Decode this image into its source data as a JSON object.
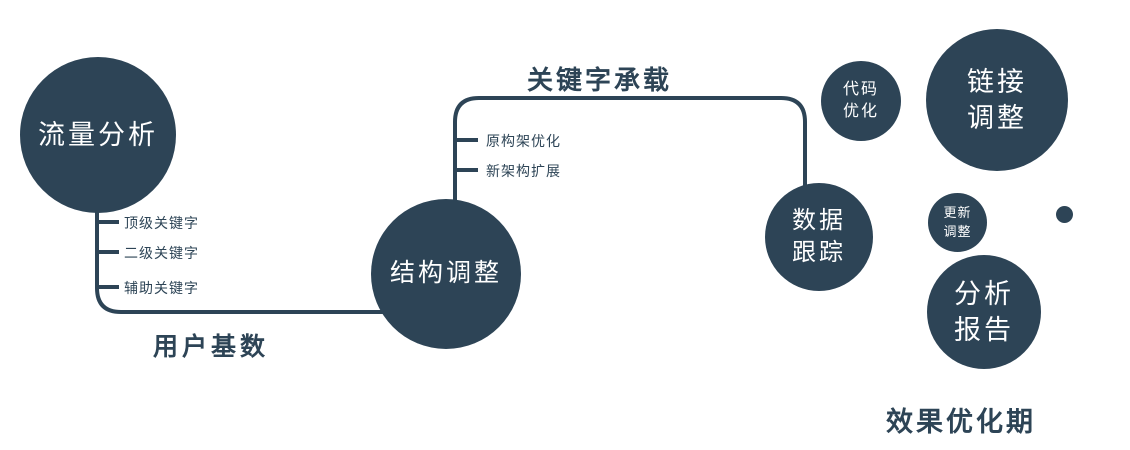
{
  "colors": {
    "primary": "#2d4456",
    "background": "#ffffff",
    "node_text": "#ffffff"
  },
  "nodes": {
    "traffic": {
      "label": "流量分析"
    },
    "structure": {
      "label": "结构调整"
    },
    "data_tracking": {
      "line1": "数据",
      "line2": "跟踪"
    },
    "code_opt": {
      "line1": "代码",
      "line2": "优化"
    },
    "link_adjust": {
      "line1": "链接",
      "line2": "调整"
    },
    "update_adjust": {
      "line1": "更新",
      "line2": "调整"
    },
    "analysis_report": {
      "line1": "分析",
      "line2": "报告"
    }
  },
  "edge_labels": {
    "user_base": "用户基数",
    "keyword_carry": "关键字承载"
  },
  "tick_labels": {
    "traffic": [
      "顶级关键字",
      "二级关键字",
      "辅助关键字"
    ],
    "structure": [
      "原构架优化",
      "新架构扩展"
    ]
  },
  "caption": "效果优化期"
}
